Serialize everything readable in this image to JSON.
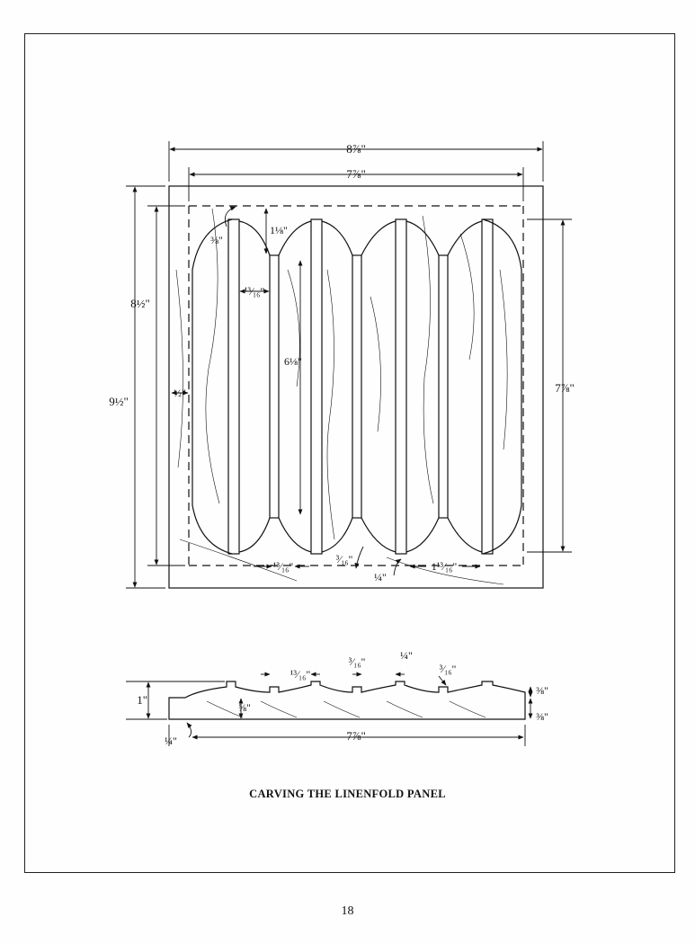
{
  "figure": {
    "caption": "CARVING THE LINENFOLD PANEL",
    "front_view": {
      "overall_width": "8⅞\"",
      "inner_width": "7⅞\"",
      "overall_height": "9½\"",
      "inner_height": "8½\"",
      "fold_height": "7⅞\"",
      "edge_margin": "½\"",
      "top_band": "1⅛\"",
      "center_length": "6⅛\"",
      "fold_corner": "⅜\"",
      "rib_width": "¹³⁄₁₆\"",
      "bottom_rib_left": "¹³⁄₁₆\"",
      "bottom_gap": "³⁄₁₆\"",
      "bottom_step": "¼\"",
      "bottom_rib_right": "1¹³⁄₁₆\""
    },
    "section_view": {
      "rib_width": "¹³⁄₁₆\"",
      "gap_a": "³⁄₁₆\"",
      "gap_b": "¼\"",
      "gap_c": "³⁄₁₆\"",
      "thickness": "1\"",
      "inner_depth": "⅝\"",
      "top_step": "⅜\"",
      "bottom_step": "⅜\"",
      "offset": "¼\"",
      "width": "7⅞\""
    }
  },
  "page": {
    "number": "18"
  },
  "colors": {
    "ink": "#111111",
    "paper": "#fefefe"
  }
}
